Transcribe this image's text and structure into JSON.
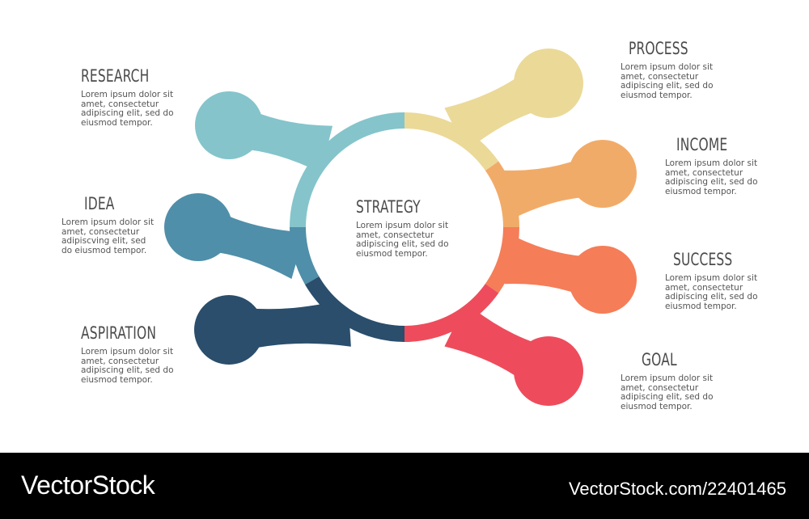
{
  "center": {
    "title": "STRATEGY",
    "text": "Lorem ipsum dolor sit amet, consectetur adipiscing elit, sed do eiusmod tempor."
  },
  "items": [
    {
      "title": "RESEARCH",
      "text": "Lorem ipsum dolor sit amet, consectetur adipiscing elit, sed do eiusmod tempor.",
      "color": "#85c4cb"
    },
    {
      "title": "IDEA",
      "text": "Lorem ipsum dolor sit amet, consectetur adipiscving elit, sed do eiusmod tempor.",
      "color": "#4f8fa9"
    },
    {
      "title": "ASPIRATION",
      "text": "Lorem ipsum dolor sit amet, consectetur adipiscing elit, sed do eiusmod tempor.",
      "color": "#2a4e6c"
    },
    {
      "title": "PROCESS",
      "text": "Lorem ipsum dolor sit amet, consectetur adipiscing elit, sed do eiusmod tempor.",
      "color": "#ebd998"
    },
    {
      "title": "INCOME",
      "text": "Lorem ipsum dolor sit amet, consectetur adipiscing elit, sed do eiusmod tempor.",
      "color": "#f1ab68"
    },
    {
      "title": "SUCCESS",
      "text": "Lorem ipsum dolor sit amet, consectetur adipiscing elit, sed do eiusmod tempor.",
      "color": "#f57d58"
    },
    {
      "title": "GOAL",
      "text": "Lorem ipsum dolor sit amet, consectetur adipiscing elit, sed do eiusmod tempor.",
      "color": "#ee4c5c"
    }
  ],
  "watermark": {
    "brand": "VectorStock",
    "reference": "VectorStock.com/22401465"
  }
}
